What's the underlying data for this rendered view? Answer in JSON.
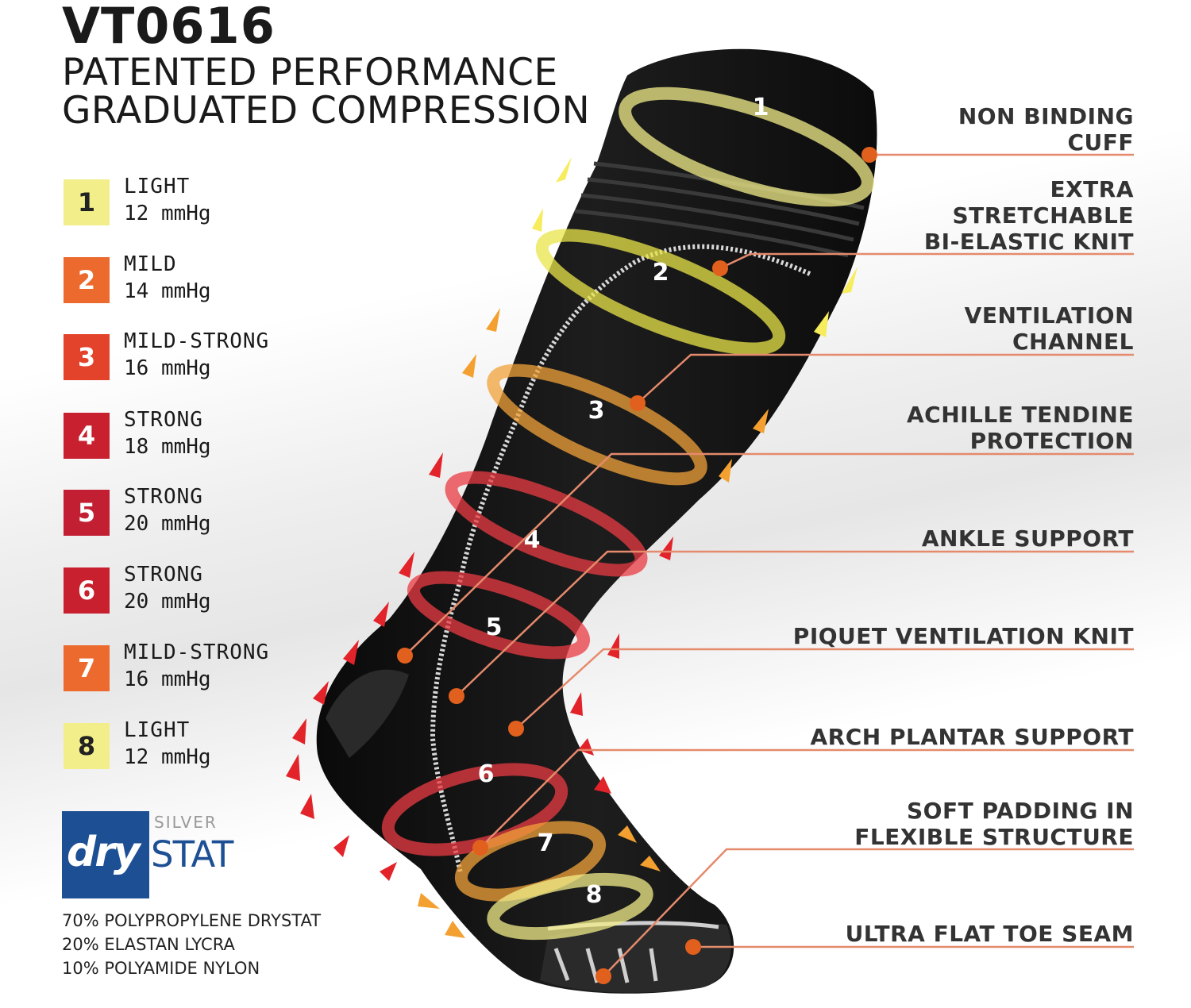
{
  "title": "VT0616",
  "subtitle": [
    "PATENTED PERFORMANCE",
    "GRADUATED COMPRESSION"
  ],
  "legend": [
    {
      "number": "1",
      "name": "LIGHT",
      "pressure": "12 mmHg",
      "color": "#f2ee8a",
      "text_color": "#222222"
    },
    {
      "number": "2",
      "name": "MILD",
      "pressure": "14 mmHg",
      "color": "#ec6a2e",
      "text_color": "#ffffff"
    },
    {
      "number": "3",
      "name": "MILD-STRONG",
      "pressure": "16 mmHg",
      "color": "#e3432b",
      "text_color": "#ffffff"
    },
    {
      "number": "4",
      "name": "STRONG",
      "pressure": "18 mmHg",
      "color": "#c8202e",
      "text_color": "#ffffff"
    },
    {
      "number": "5",
      "name": "STRONG",
      "pressure": "20 mmHg",
      "color": "#c21f33",
      "text_color": "#ffffff"
    },
    {
      "number": "6",
      "name": "STRONG",
      "pressure": "20 mmHg",
      "color": "#c8202e",
      "text_color": "#ffffff"
    },
    {
      "number": "7",
      "name": "MILD-STRONG",
      "pressure": "16 mmHg",
      "color": "#ec6a2e",
      "text_color": "#ffffff"
    },
    {
      "number": "8",
      "name": "LIGHT",
      "pressure": "12 mmHg",
      "color": "#f2ee8a",
      "text_color": "#222222"
    }
  ],
  "brand": {
    "silver": "SILVER",
    "dry": "dry",
    "stat": "STAT"
  },
  "materials": [
    "70% POLYPROPYLENE DRYSTAT",
    "20% ELASTAN LYCRA",
    "10% POLYAMIDE NYLON"
  ],
  "features": [
    {
      "lines": [
        "NON BINDING",
        "CUFF"
      ]
    },
    {
      "lines": [
        "EXTRA",
        "STRETCHABLE",
        "BI-ELASTIC KNIT"
      ]
    },
    {
      "lines": [
        "VENTILATION",
        "CHANNEL"
      ]
    },
    {
      "lines": [
        "ACHILLE TENDINE",
        "PROTECTION"
      ]
    },
    {
      "lines": [
        "ANKLE SUPPORT"
      ]
    },
    {
      "lines": [
        "PIQUET VENTILATION KNIT"
      ]
    },
    {
      "lines": [
        "ARCH PLANTAR SUPPORT"
      ]
    },
    {
      "lines": [
        "SOFT PADDING IN",
        "FLEXIBLE STRUCTURE"
      ]
    },
    {
      "lines": [
        "ULTRA FLAT TOE SEAM"
      ]
    }
  ],
  "zone_numbers": [
    "1",
    "2",
    "3",
    "4",
    "5",
    "6",
    "7",
    "8"
  ],
  "colors": {
    "callout_line": "#e58a6c",
    "callout_dot": "#e2601e",
    "sock": "#111111",
    "stripe": "#d8d8d8"
  }
}
